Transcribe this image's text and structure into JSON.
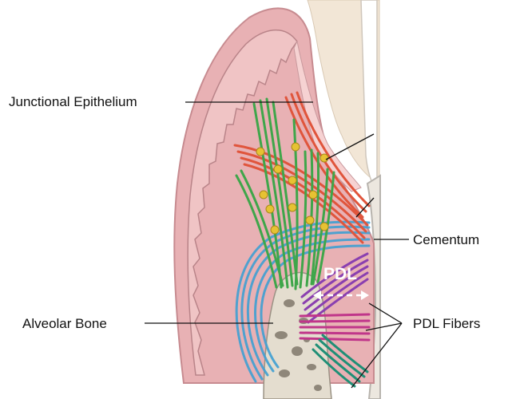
{
  "labels": {
    "junctional_epithelium": "Junctional Epithelium",
    "cementum": "Cementum",
    "alveolar_bone": "Alveolar Bone",
    "pdl_fibers": "PDL Fibers",
    "pdl": "PDL"
  },
  "colors": {
    "gingiva": "#e8b1b4",
    "gingiva_outline": "#c78b90",
    "epithelium": "#f2c9c9",
    "tooth_enamel": "#f2e6d6",
    "root": "#e9e2d8",
    "bone": "#e4ddcf",
    "green_fibers": "#3fa64a",
    "red_fibers": "#e0553c",
    "blue_fibers": "#3fa0d3",
    "purple_fibers": "#8a3fb0",
    "magenta_fibers": "#c0368a",
    "teal_fibers": "#1f8f76",
    "yellow_cells": "#e6c233"
  }
}
